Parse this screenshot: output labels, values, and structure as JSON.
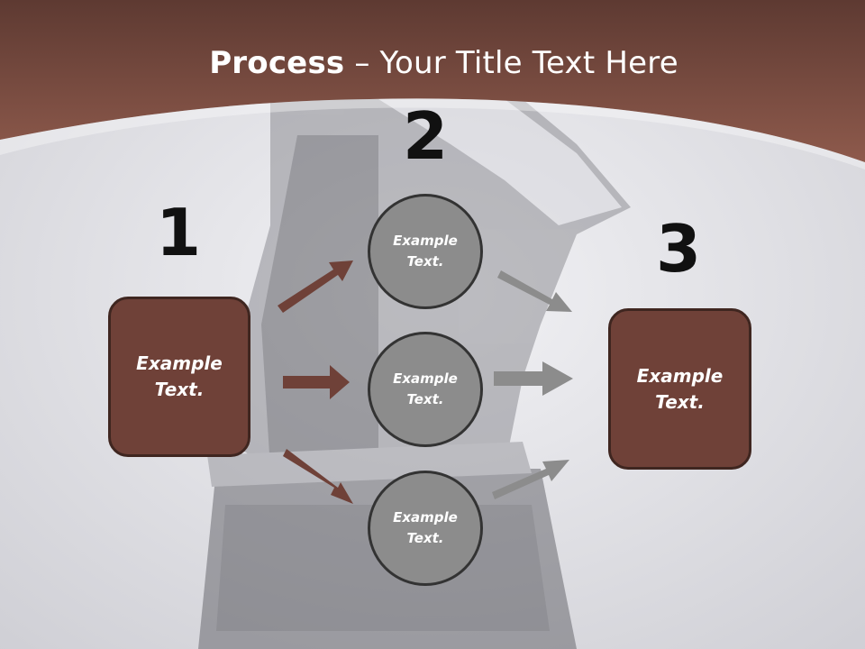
{
  "title": {
    "bold": "Process",
    "rest": " – Your Title Text Here"
  },
  "steps": {
    "one": {
      "number": "1",
      "label_line1": "Example",
      "label_line2": "Text."
    },
    "two": {
      "number": "2"
    },
    "three": {
      "number": "3",
      "label_line1": "Example",
      "label_line2": "Text."
    }
  },
  "circles": [
    {
      "label_line1": "Example",
      "label_line2": "Text."
    },
    {
      "label_line1": "Example",
      "label_line2": "Text."
    },
    {
      "label_line1": "Example",
      "label_line2": "Text."
    }
  ],
  "colors": {
    "header_brown": "#8a5447",
    "box_fill": "#6f4138",
    "box_border": "#3f2620",
    "circle_fill": "#8c8c8c",
    "arrow_brown": "#6f4138",
    "arrow_gray": "#8c8c8c"
  }
}
